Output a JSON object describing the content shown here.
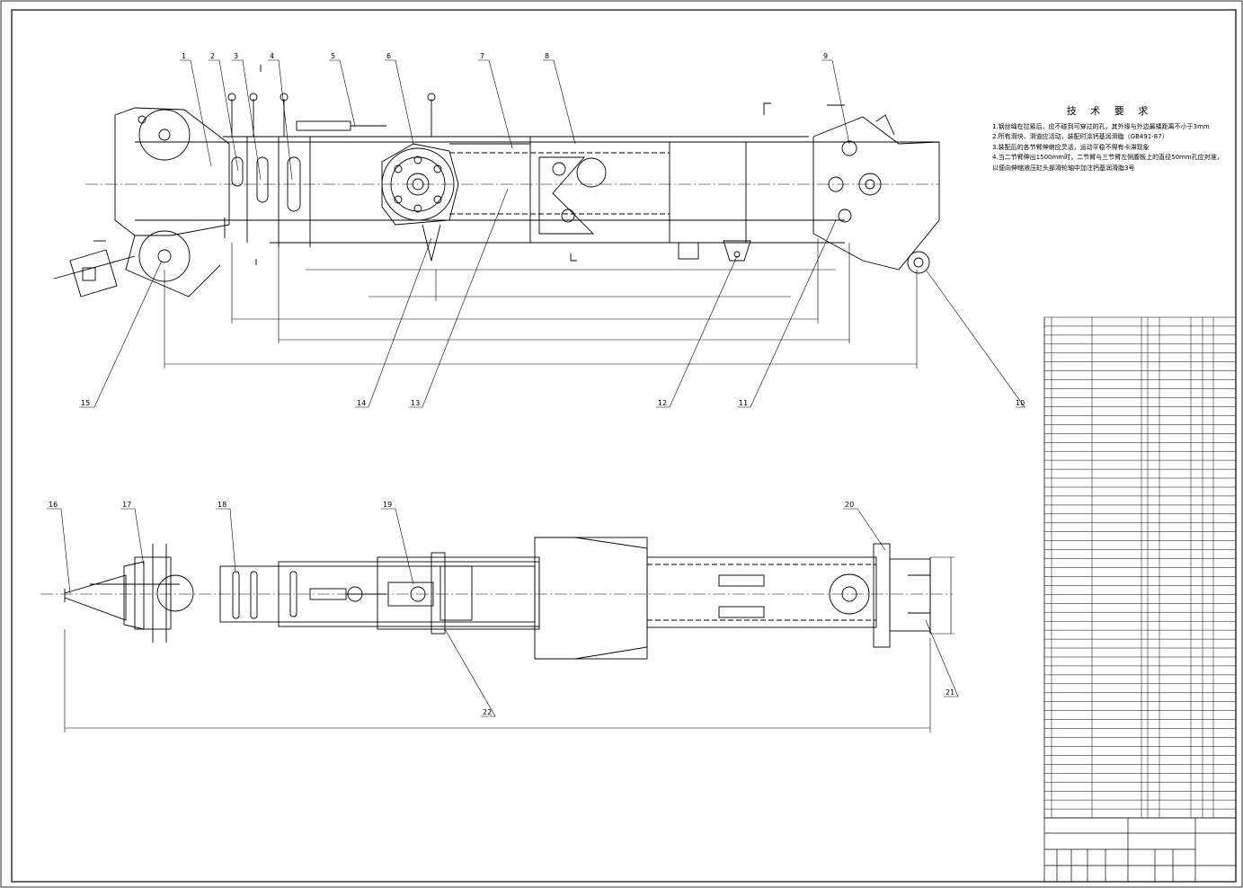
{
  "technical_requirements": {
    "title": "技 术 要 求",
    "items": [
      "1.钢丝绳在拉紧后，应不碰到可穿过的孔，其外缘与外边最矮距离不小于3mm",
      "2.所有滑块、滑道应活动，装配时涂钙基润滑脂（GB491-87）",
      "3.装配后的各节臂伸缩应灵活，运动平稳不得有卡滞现象",
      "4.当二节臂伸出1500mm时，二节臂与三节臂左侧腹板上的直径50mm孔应对准，以便向伸缩液压缸头部滑轮轴中加注钙基润滑脂3号"
    ]
  },
  "balloons": {
    "top_view": [
      "1",
      "2",
      "3",
      "4",
      "5",
      "6",
      "7",
      "8",
      "9",
      "10",
      "11",
      "12",
      "13",
      "14",
      "15"
    ],
    "bottom_view": [
      "16",
      "17",
      "18",
      "19",
      "20",
      "21",
      "22"
    ]
  },
  "colors": {
    "line": "#000000",
    "background": "#ffffff"
  }
}
